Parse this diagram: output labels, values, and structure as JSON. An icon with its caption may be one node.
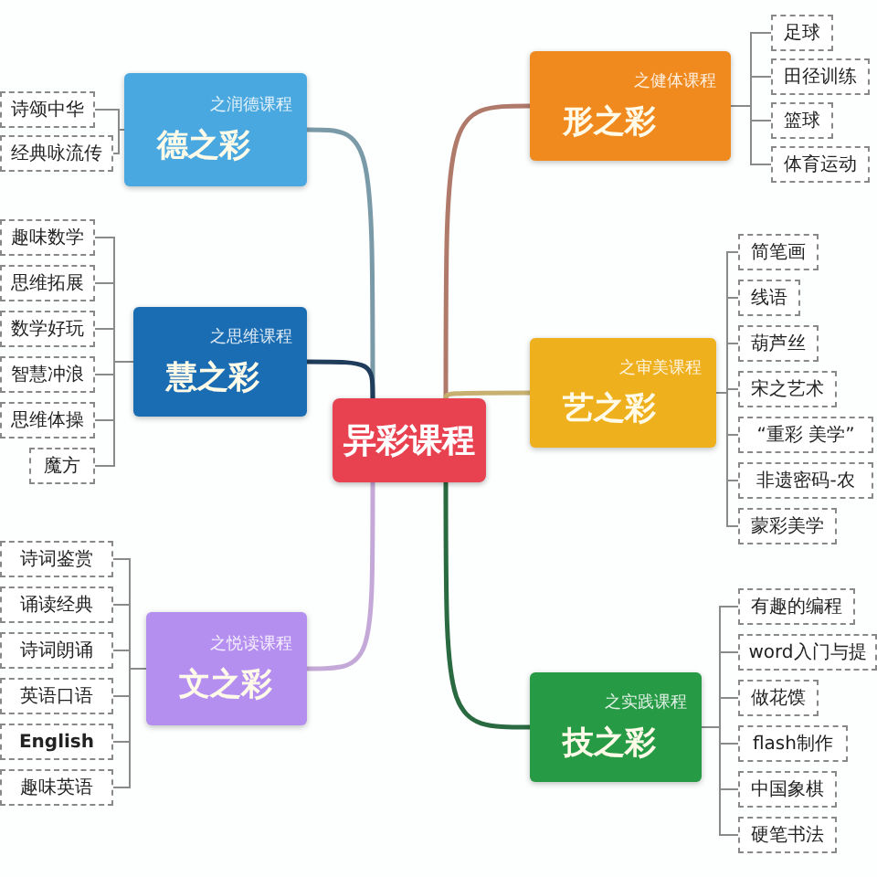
{
  "diagram": {
    "nodes": [
      {
        "text": [
          "异彩课程"
        ]
      },
      {
        "text": [
          "之润德课程",
          "德之彩"
        ]
      },
      {
        "text": [
          "诗颂中华"
        ]
      },
      {
        "text": [
          "经典咏流传"
        ]
      },
      {
        "text": [
          "之健体课程",
          "形之彩"
        ]
      },
      {
        "text": [
          "足球"
        ]
      },
      {
        "text": [
          "田径训练"
        ]
      },
      {
        "text": [
          "篮球"
        ]
      },
      {
        "text": [
          "体育运动"
        ]
      },
      {
        "text": [
          "之思维课程",
          "慧之彩"
        ]
      },
      {
        "text": [
          "趣味数学"
        ]
      },
      {
        "text": [
          "思维拓展"
        ]
      },
      {
        "text": [
          "数学好玩"
        ]
      },
      {
        "text": [
          "智慧冲浪"
        ]
      },
      {
        "text": [
          "思维体操"
        ]
      },
      {
        "text": [
          "魔方"
        ]
      },
      {
        "text": [
          "之审美课程",
          "艺之彩"
        ]
      },
      {
        "text": [
          "简笔画"
        ]
      },
      {
        "text": [
          "线语"
        ]
      },
      {
        "text": [
          "葫芦丝"
        ]
      },
      {
        "text": [
          "宋之艺术"
        ]
      },
      {
        "text": [
          "“重彩 美学”"
        ]
      },
      {
        "text": [
          "非遗密码-农"
        ]
      },
      {
        "text": [
          "蒙彩美学"
        ]
      },
      {
        "text": [
          "之悦读课程",
          "文之彩"
        ]
      },
      {
        "text": [
          "诗词鉴赏"
        ]
      },
      {
        "text": [
          "诵读经典"
        ]
      },
      {
        "text": [
          "诗词朗诵"
        ]
      },
      {
        "text": [
          "英语口语"
        ]
      },
      {
        "text": [
          "English"
        ]
      },
      {
        "text": [
          "趣味英语"
        ]
      },
      {
        "text": [
          "之实践课程",
          "技之彩"
        ]
      },
      {
        "text": [
          "有趣的编程"
        ]
      },
      {
        "text": [
          "word入门与提"
        ]
      },
      {
        "text": [
          "做花馍"
        ]
      },
      {
        "text": [
          "flash制作"
        ]
      },
      {
        "text": [
          "中国象棋"
        ]
      },
      {
        "text": [
          "硬笔书法"
        ]
      }
    ],
    "edges": [
      {
        "from": 0,
        "to": 1,
        "arrow": "none",
        "style": "thick",
        "color": "#7a9aa8"
      },
      {
        "from": 1,
        "to": 2,
        "arrow": "none"
      },
      {
        "from": 1,
        "to": 3,
        "arrow": "none"
      },
      {
        "from": 0,
        "to": 4,
        "arrow": "none",
        "style": "thick",
        "color": "#b07a6a"
      },
      {
        "from": 4,
        "to": 5,
        "arrow": "none"
      },
      {
        "from": 4,
        "to": 6,
        "arrow": "none"
      },
      {
        "from": 4,
        "to": 7,
        "arrow": "none"
      },
      {
        "from": 4,
        "to": 8,
        "arrow": "none"
      },
      {
        "from": 0,
        "to": 9,
        "arrow": "none",
        "style": "thick",
        "color": "#1f3c5a"
      },
      {
        "from": 9,
        "to": 10,
        "arrow": "none"
      },
      {
        "from": 9,
        "to": 11,
        "arrow": "none"
      },
      {
        "from": 9,
        "to": 12,
        "arrow": "none"
      },
      {
        "from": 9,
        "to": 13,
        "arrow": "none"
      },
      {
        "from": 9,
        "to": 14,
        "arrow": "none"
      },
      {
        "from": 9,
        "to": 15,
        "arrow": "none"
      },
      {
        "from": 0,
        "to": 16,
        "arrow": "none",
        "style": "thick",
        "color": "#c8b070"
      },
      {
        "from": 16,
        "to": 17,
        "arrow": "none"
      },
      {
        "from": 16,
        "to": 18,
        "arrow": "none"
      },
      {
        "from": 16,
        "to": 19,
        "arrow": "none"
      },
      {
        "from": 16,
        "to": 20,
        "arrow": "none"
      },
      {
        "from": 16,
        "to": 21,
        "arrow": "none"
      },
      {
        "from": 16,
        "to": 22,
        "arrow": "none"
      },
      {
        "from": 16,
        "to": 23,
        "arrow": "none"
      },
      {
        "from": 0,
        "to": 24,
        "arrow": "none",
        "style": "thick",
        "color": "#c4a8d8"
      },
      {
        "from": 24,
        "to": 25,
        "arrow": "none"
      },
      {
        "from": 24,
        "to": 26,
        "arrow": "none"
      },
      {
        "from": 24,
        "to": 27,
        "arrow": "none"
      },
      {
        "from": 24,
        "to": 28,
        "arrow": "none"
      },
      {
        "from": 24,
        "to": 29,
        "arrow": "none"
      },
      {
        "from": 24,
        "to": 30,
        "arrow": "none"
      },
      {
        "from": 0,
        "to": 31,
        "arrow": "none",
        "style": "thick",
        "color": "#2a6a40"
      },
      {
        "from": 31,
        "to": 32,
        "arrow": "none"
      },
      {
        "from": 31,
        "to": 33,
        "arrow": "none"
      },
      {
        "from": 31,
        "to": 34,
        "arrow": "none"
      },
      {
        "from": 31,
        "to": 35,
        "arrow": "none"
      },
      {
        "from": 31,
        "to": 36,
        "arrow": "none"
      },
      {
        "from": 31,
        "to": 37,
        "arrow": "none"
      }
    ]
  }
}
